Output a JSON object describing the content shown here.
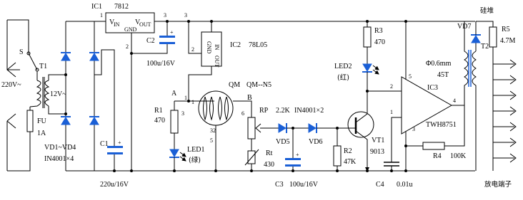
{
  "colors": {
    "wire": "#000000",
    "diode": "#1a5fd6",
    "capacitor": "#1a5fd6"
  },
  "labels": {
    "ic1": "IC1",
    "ic1_part": "7812",
    "ic1_vin": "V",
    "ic1_vin_sub": "IN",
    "ic1_vout": "V",
    "ic1_vout_sub": "OUT",
    "ic1_gnd": "GND",
    "ic1_pin1": "1",
    "ic1_pin2": "2",
    "ic1_pin3": "3",
    "ic2": "IC2",
    "ic2_part": "78L05",
    "ic2_gnd": "GND",
    "ic2_in": "IN",
    "ic2_out": "OUT",
    "ic2_pin1": "1",
    "ic2_pin2": "2",
    "ic2_pin3": "3",
    "switch": "S",
    "t1": "T1",
    "t1_voltage": "12V~",
    "mains": "220V~",
    "fuse": "FU",
    "fuse_rating": "1A",
    "vd_bridge": "VD1~VD4",
    "vd_bridge_part": "IN4001×4",
    "c1": "C1",
    "c1_value": "220u/16V",
    "c2": "C2",
    "c2_value": "100u/16V",
    "r1": "R1",
    "r1_value": "470",
    "r1_pin": "3",
    "led1": "LED1",
    "led1_color": "(绿)",
    "node_a": "A",
    "node_b": "B",
    "qm": "QM",
    "qm_part": "QM--N5",
    "qm_pin1": "1",
    "qm_pin32": "32",
    "qm_pin5": "5",
    "qm_pin6": "6",
    "rp": "RP",
    "rp_value": "2.2K",
    "vd56_part": "IN4001×2",
    "vd5": "VD5",
    "vd6": "VD6",
    "rt": "Rt",
    "rt_value": "430",
    "c3": "C3",
    "c3_value": "100u/16V",
    "r2": "R2",
    "r2_value": "47K",
    "vt1": "VT1",
    "vt1_part": "9013",
    "r3": "R3",
    "r3_value": "470",
    "led2": "LED2",
    "led2_color": "(红)",
    "ic3": "IC3",
    "ic3_part": "TWH8751",
    "ic3_pin2": "2",
    "ic3_pin1": "1",
    "ic3_pin3": "3",
    "ic3_pin4": "4",
    "ic3_pin5": "5",
    "c4": "C4",
    "c4_value": "0.01u",
    "r4": "R4",
    "r4_value": "100K",
    "t2": "T2",
    "t2_wire": "Φ0.6mm",
    "t2_turns": "45T",
    "vd7": "VD7",
    "vd7_type": "硅堆",
    "r5": "R5",
    "r5_value": "4.7M",
    "discharge": "放电端子"
  }
}
